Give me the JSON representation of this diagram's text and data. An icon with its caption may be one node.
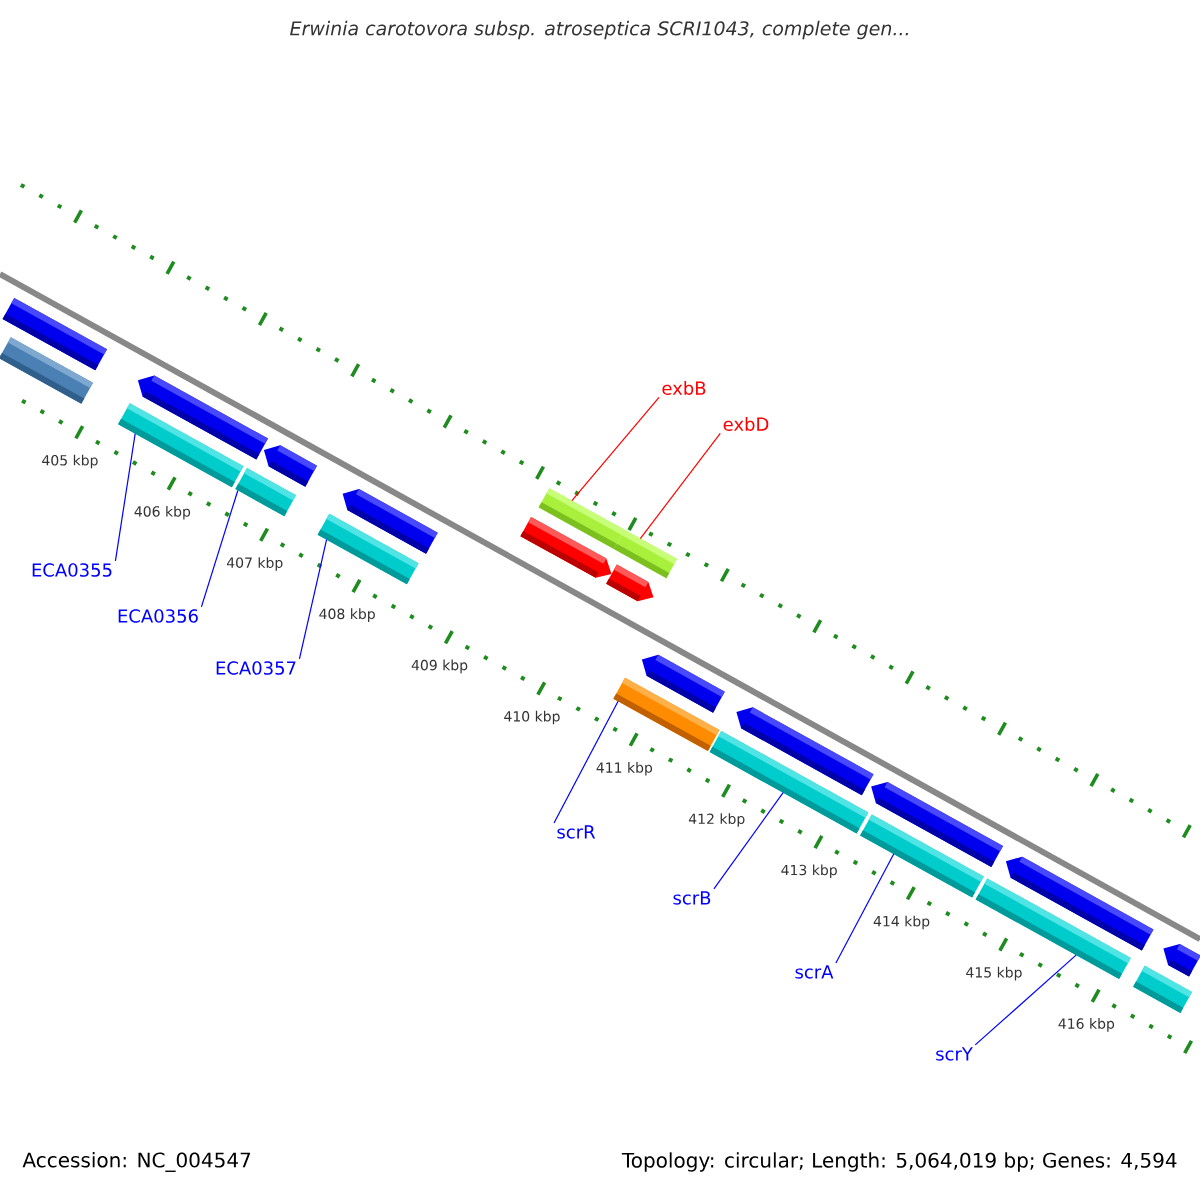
{
  "diagram": {
    "title": "Erwinia carotovora subsp. atroseptica SCRI1043, complete gen...",
    "nodes": [
      {
        "text": [
          "ECA0355"
        ]
      },
      {
        "text": [
          "ECA0356"
        ]
      },
      {
        "text": [
          "ECA0357"
        ]
      },
      {
        "text": [
          "exbB"
        ]
      },
      {
        "text": [
          "exbD"
        ]
      },
      {
        "text": [
          "scrR"
        ]
      },
      {
        "text": [
          "scrB"
        ]
      },
      {
        "text": [
          "scrA"
        ]
      },
      {
        "text": [
          "scrY"
        ]
      },
      {
        "text": [],
        "shape": "bar"
      },
      {
        "text": [],
        "shape": "bar"
      },
      {
        "text": [],
        "shape": "bar"
      },
      {
        "text": [],
        "shape": "bar"
      },
      {
        "text": [],
        "shape": "bar"
      },
      {
        "text": [],
        "shape": "bar"
      },
      {
        "text": [],
        "shape": "bar"
      },
      {
        "text": [],
        "shape": "bar"
      },
      {
        "text": [],
        "shape": "bar"
      },
      {
        "text": [],
        "shape": "bar"
      },
      {
        "text": [],
        "shape": "bar"
      },
      {
        "text": [],
        "shape": "bar"
      },
      {
        "text": [],
        "shape": "bar"
      },
      {
        "text": [],
        "shape": "bar"
      },
      {
        "text": [],
        "shape": "bar"
      },
      {
        "text": [],
        "shape": "bar"
      },
      {
        "text": [],
        "shape": "bar"
      },
      {
        "text": [],
        "shape": "bar"
      },
      {
        "text": [],
        "shape": "bar"
      },
      {
        "text": [],
        "shape": "bar"
      },
      {
        "text": [],
        "shape": "bar"
      },
      {
        "text": [],
        "shape": "bar"
      }
    ],
    "edges": [
      {
        "from": 0,
        "to": 12,
        "arrow": "none"
      },
      {
        "from": 1,
        "to": 14,
        "arrow": "none"
      },
      {
        "from": 2,
        "to": 16,
        "arrow": "none"
      },
      {
        "from": 3,
        "to": 17,
        "arrow": "none",
        "color": "#ff0000"
      },
      {
        "from": 4,
        "to": 19,
        "arrow": "none",
        "color": "#ff0000"
      },
      {
        "from": 5,
        "to": 22,
        "arrow": "none"
      },
      {
        "from": 6,
        "to": 24,
        "arrow": "none"
      },
      {
        "from": 7,
        "to": 26,
        "arrow": "none"
      },
      {
        "from": 8,
        "to": 28,
        "arrow": "none"
      }
    ],
    "labels": [
      "405 kbp",
      "406 kbp",
      "407 kbp",
      "408 kbp",
      "409 kbp",
      "410 kbp",
      "411 kbp",
      "412 kbp",
      "413 kbp",
      "414 kbp",
      "415 kbp",
      "416 kbp",
      "Accession: NC_004547",
      "Topology: circular; Length: 5,064,019 bp; Genes: 4,594"
    ]
  }
}
